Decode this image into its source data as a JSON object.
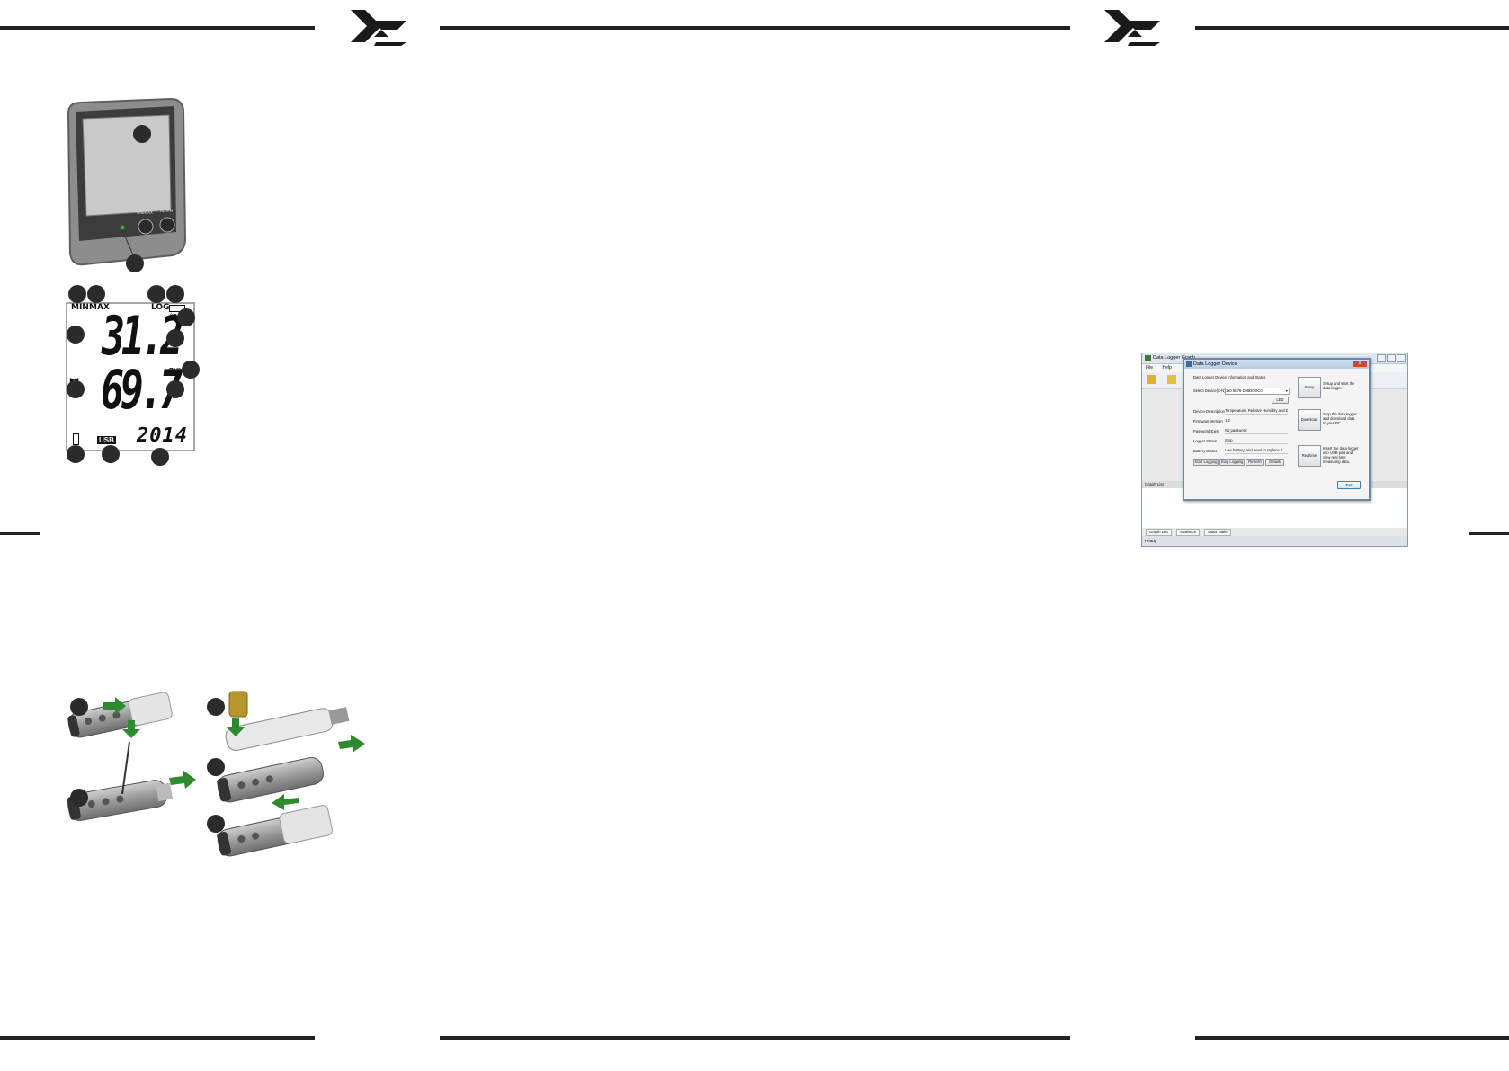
{
  "lcd": {
    "top_left_1": "MIN",
    "top_left_2": "MAX",
    "top_right": "LOG",
    "temperature": "31.2",
    "temp_unit": "°C",
    "humidity": "69.7",
    "hum_unit": "RH%",
    "usb": "USB",
    "year": "2014"
  },
  "app": {
    "window_title": "Data Logger Graph",
    "menu": [
      "File",
      "Help"
    ],
    "dialog_title": "Data Logger Device",
    "dialog_close": "x",
    "section_label": "Data Logger Device Information and Status",
    "select_label": "Select Device(S-N)",
    "select_value": "1x0 5076-D46D0-0C0",
    "led_button": "LED",
    "fields": [
      {
        "label": "Device Description",
        "value": "Temperature, Relative Humidity and De"
      },
      {
        "label": "Firmware Version",
        "value": "1.2"
      },
      {
        "label": "Password Exist",
        "value": "No password"
      },
      {
        "label": "Logger Status",
        "value": "Stop"
      },
      {
        "label": "Battery Status",
        "value": "Low battery, and need to replace it."
      }
    ],
    "actions": {
      "start": "Start Logging",
      "stop": "Stop Logging",
      "refresh": "Refresh",
      "details": "Details"
    },
    "side_buttons": [
      {
        "label": "Setup",
        "desc": "Setup and start the data logger."
      },
      {
        "label": "Download",
        "desc": "Stop the data logger and download data to your PC."
      },
      {
        "label": "Realtime",
        "desc": "Insert the data logger into USB port and view real time measuring data."
      }
    ],
    "exit": "Exit",
    "graph_list_header": "Graph List",
    "tabs": [
      "Graph List",
      "Statistics",
      "Data Table"
    ],
    "status": "Ready"
  }
}
